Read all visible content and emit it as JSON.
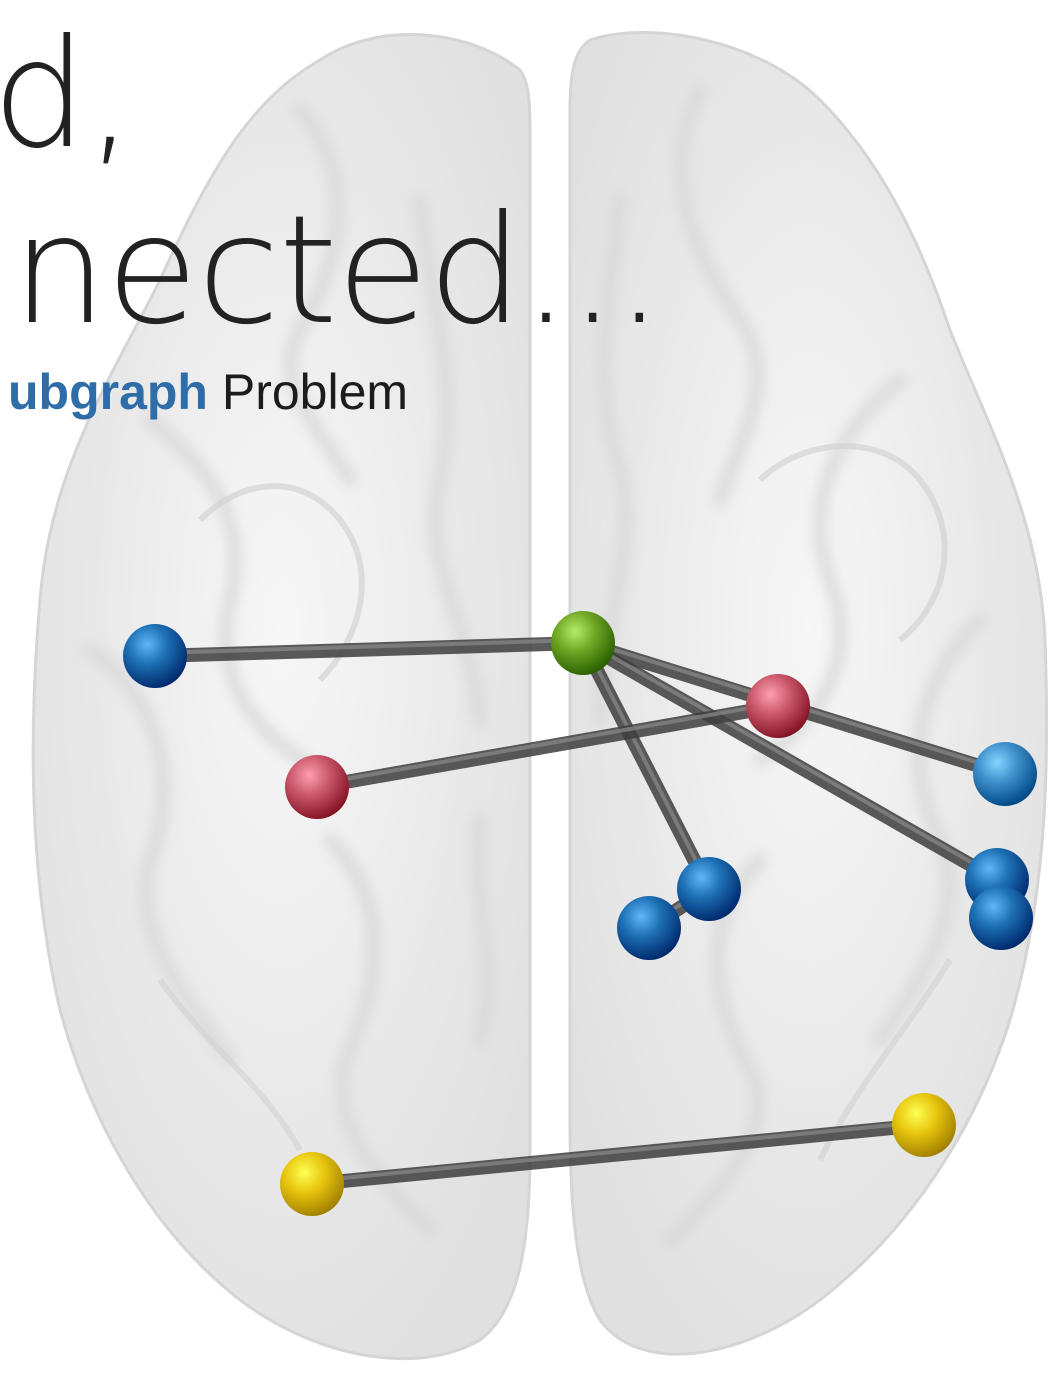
{
  "heading": {
    "line1": "d,",
    "line2": "nected..."
  },
  "subtitle": {
    "emphasis": "ubgraph",
    "rest": " Problem"
  },
  "colors": {
    "brain_fill": "#ececec",
    "brain_stroke": "#d4d4d4",
    "edge": "#5e5e5e",
    "hub_green": "#6fa624",
    "node_blue": "#1d6fb3",
    "node_blue_light": "#3e8fcb",
    "node_red": "#c9586b",
    "node_yellow": "#e8c60e",
    "accent_text": "#2e6da8"
  },
  "graph": {
    "nodes": [
      {
        "id": "green-hub",
        "color": "hub_green"
      },
      {
        "id": "blue-left",
        "color": "node_blue"
      },
      {
        "id": "red-left",
        "color": "node_red"
      },
      {
        "id": "red-right",
        "color": "node_red"
      },
      {
        "id": "blue-right-top",
        "color": "node_blue_light"
      },
      {
        "id": "blue-right-mid",
        "color": "node_blue"
      },
      {
        "id": "blue-right-low",
        "color": "node_blue"
      },
      {
        "id": "blue-center-a",
        "color": "node_blue"
      },
      {
        "id": "blue-center-b",
        "color": "node_blue"
      },
      {
        "id": "yellow-left",
        "color": "node_yellow"
      },
      {
        "id": "yellow-right",
        "color": "node_yellow"
      }
    ],
    "edges": [
      {
        "from": "blue-left",
        "to": "green-hub"
      },
      {
        "from": "green-hub",
        "to": "blue-right-top"
      },
      {
        "from": "green-hub",
        "to": "blue-right-mid"
      },
      {
        "from": "green-hub",
        "to": "blue-center-a"
      },
      {
        "from": "red-left",
        "to": "red-right"
      },
      {
        "from": "blue-center-a",
        "to": "blue-center-b"
      },
      {
        "from": "yellow-left",
        "to": "yellow-right"
      }
    ]
  }
}
